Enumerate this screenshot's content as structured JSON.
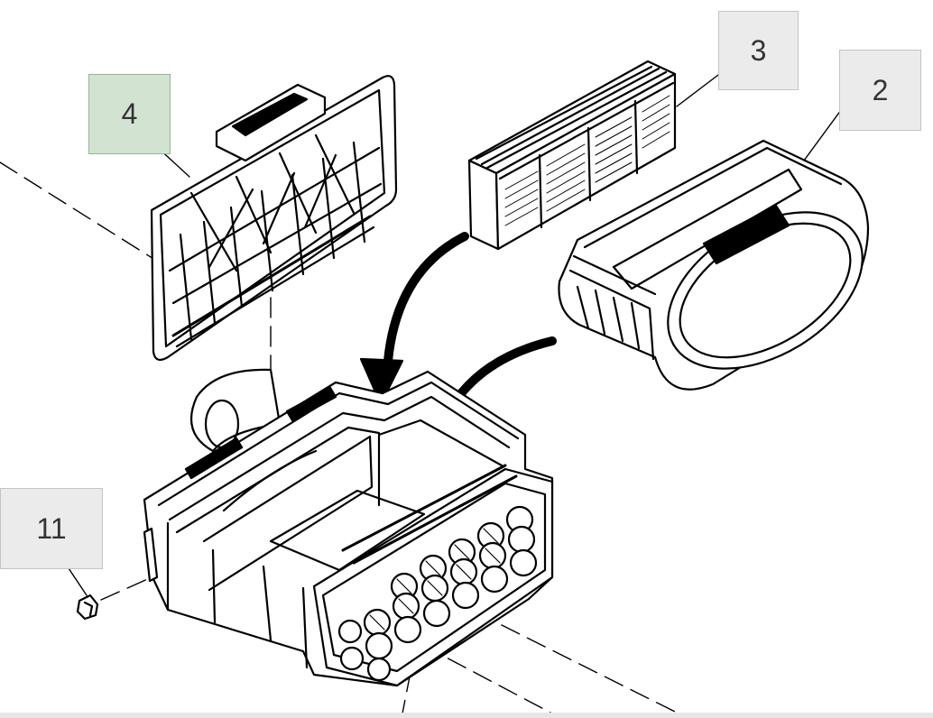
{
  "diagram": {
    "callouts": [
      {
        "id": "4",
        "label": "4",
        "part": "filter-cover",
        "state": "selected",
        "color": "#d3e3d2"
      },
      {
        "id": "3",
        "label": "3",
        "part": "secondary-filter-element"
      },
      {
        "id": "2",
        "label": "2",
        "part": "primary-filter-element"
      },
      {
        "id": "11",
        "label": "11",
        "part": "plug"
      }
    ],
    "colors": {
      "line": "#000000",
      "callout_bg": "#ebebeb",
      "callout_border": "#c4c4c4",
      "selected_bg": "#d3e3d2",
      "selected_border": "#8fb98c"
    }
  }
}
